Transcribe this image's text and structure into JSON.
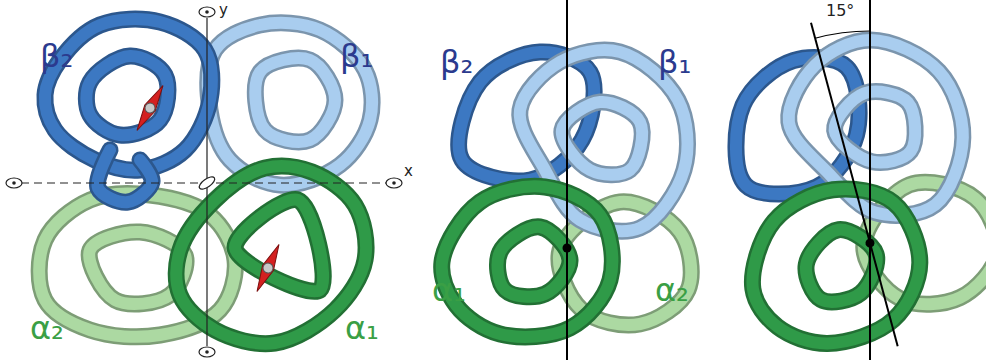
{
  "diagram": {
    "labels": [
      "β₂",
      "β₁",
      "y",
      "x",
      "α₂",
      "α₁",
      "β₂",
      "β₁",
      "α₁",
      "α₂",
      "15°"
    ]
  }
}
